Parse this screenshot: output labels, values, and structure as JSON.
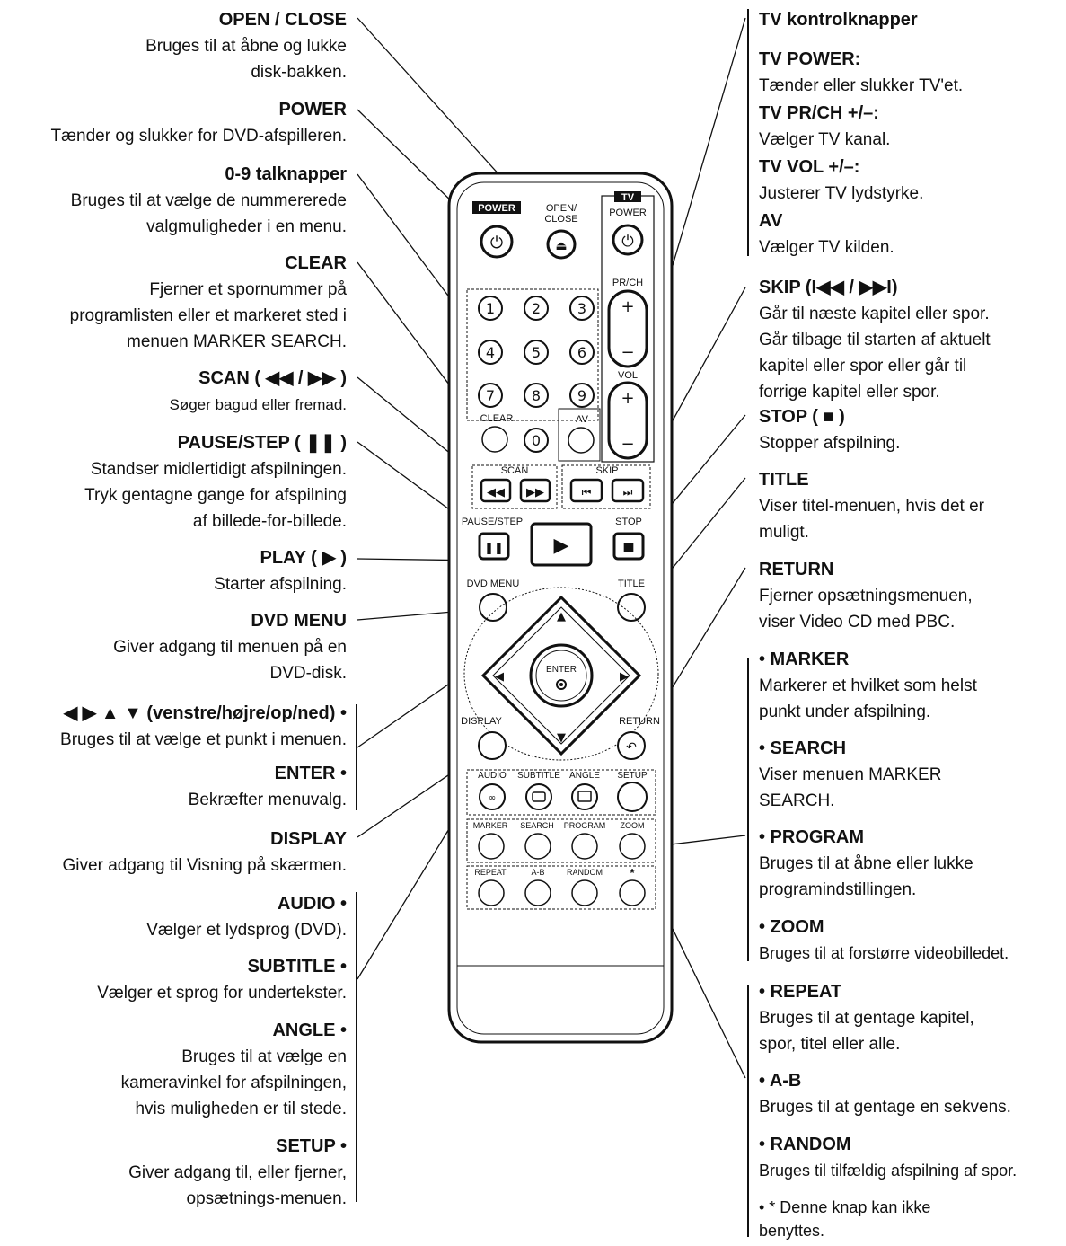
{
  "left": [
    {
      "title": "OPEN / CLOSE",
      "desc": [
        "Bruges til at åbne og lukke",
        "disk-bakken."
      ]
    },
    {
      "title": "POWER",
      "desc": [
        "Tænder og slukker for DVD-afspilleren."
      ]
    },
    {
      "title": "0-9 talknapper",
      "desc": [
        "Bruges til at vælge de nummererede",
        "valgmuligheder i en menu."
      ]
    },
    {
      "title": "CLEAR",
      "desc": [
        "Fjerner et spornummer på",
        "programlisten eller et markeret sted i",
        "menuen MARKER SEARCH."
      ]
    },
    {
      "title": "SCAN ( ◀◀ / ▶▶ )",
      "desc": [
        "Søger bagud eller fremad."
      ]
    },
    {
      "title": "PAUSE/STEP ( ❚❚ )",
      "desc": [
        "Standser midlertidigt afspilningen.",
        "Tryk gentagne gange for afspilning",
        "af billede-for-billede."
      ]
    },
    {
      "title": "PLAY ( ▶ )",
      "desc": [
        "Starter afspilning."
      ]
    },
    {
      "title": "DVD MENU",
      "desc": [
        "Giver adgang til menuen på en",
        "DVD-disk."
      ]
    },
    {
      "title": "◀ ▶ ▲ ▼ (venstre/højre/op/ned) •",
      "desc": [
        "Bruges til at vælge et punkt i menuen."
      ]
    },
    {
      "title": "ENTER •",
      "desc": [
        "Bekræfter menuvalg."
      ]
    },
    {
      "title": "DISPLAY",
      "desc": [
        "Giver adgang til Visning på skærmen."
      ]
    },
    {
      "title": "AUDIO •",
      "desc": [
        "Vælger et lydsprog (DVD)."
      ]
    },
    {
      "title": "SUBTITLE •",
      "desc": [
        "Vælger et sprog for undertekster."
      ]
    },
    {
      "title": "ANGLE •",
      "desc": [
        "Bruges til at vælge en",
        "kameravinkel for afspilningen,",
        "hvis muligheden er til stede."
      ]
    },
    {
      "title": "SETUP •",
      "desc": [
        "Giver adgang til, eller fjerner,",
        "opsætnings-menuen."
      ]
    }
  ],
  "right": [
    {
      "title": "TV kontrolknapper",
      "desc": []
    },
    {
      "title": "TV POWER:",
      "desc": [
        "Tænder eller slukker TV'et."
      ]
    },
    {
      "title": "TV PR/CH +/–:",
      "desc": [
        "Vælger TV kanal."
      ]
    },
    {
      "title": "TV VOL +/–:",
      "desc": [
        "Justerer TV lydstyrke."
      ]
    },
    {
      "title": "AV",
      "desc": [
        "Vælger TV kilden."
      ]
    },
    {
      "title": "SKIP (I◀◀ / ▶▶I)",
      "desc": [
        "Går til næste kapitel eller spor.",
        "Går tilbage til starten af aktuelt",
        "kapitel eller spor eller går til",
        "forrige kapitel eller spor."
      ]
    },
    {
      "title": "STOP ( ■ )",
      "desc": [
        "Stopper afspilning."
      ]
    },
    {
      "title": "TITLE",
      "desc": [
        "Viser titel-menuen, hvis det er",
        "muligt."
      ]
    },
    {
      "title": "RETURN",
      "desc": [
        "Fjerner opsætningsmenuen,",
        "viser Video CD med PBC."
      ]
    },
    {
      "title": "• MARKER",
      "desc": [
        "Markerer et hvilket som helst",
        "punkt under afspilning."
      ]
    },
    {
      "title": "• SEARCH",
      "desc": [
        "Viser menuen MARKER",
        "SEARCH."
      ]
    },
    {
      "title": "• PROGRAM",
      "desc": [
        "Bruges til at åbne eller lukke",
        "programindstillingen."
      ]
    },
    {
      "title": "• ZOOM",
      "desc": [
        "Bruges til at forstørre videobilledet."
      ]
    },
    {
      "title": "• REPEAT",
      "desc": [
        "Bruges til at gentage kapitel,",
        "spor, titel eller alle."
      ]
    },
    {
      "title": "• A-B",
      "desc": [
        "Bruges til at gentage en sekvens."
      ]
    },
    {
      "title": "• RANDOM",
      "desc": [
        "Bruges til tilfældig afspilning af spor."
      ]
    },
    {
      "title": "",
      "desc": [
        "• * Denne knap kan ikke",
        "benyttes."
      ]
    }
  ],
  "remote": {
    "power": "POWER",
    "open_close_1": "OPEN/",
    "open_close_2": "CLOSE",
    "tv": "TV",
    "tv_power": "POWER",
    "prch": "PR/CH",
    "vol": "VOL",
    "clear": "CLEAR",
    "av": "AV",
    "scan": "SCAN",
    "skip": "SKIP",
    "pause_step": "PAUSE/STEP",
    "stop": "STOP",
    "dvd_menu": "DVD MENU",
    "title": "TITLE",
    "enter": "ENTER",
    "display": "DISPLAY",
    "return": "RETURN",
    "audio": "AUDIO",
    "subtitle": "SUBTITLE",
    "angle": "ANGLE",
    "setup": "SETUP",
    "marker": "MARKER",
    "search": "SEARCH",
    "program": "PROGRAM",
    "zoom": "ZOOM",
    "repeat": "REPEAT",
    "ab": "A-B",
    "random": "RANDOM",
    "star": "*",
    "digits": [
      "1",
      "2",
      "3",
      "4",
      "5",
      "6",
      "7",
      "8",
      "9",
      "0"
    ]
  }
}
